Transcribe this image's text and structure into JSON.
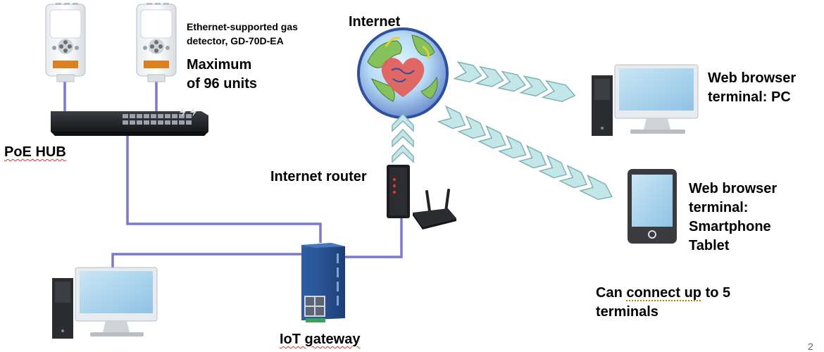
{
  "labels": {
    "detector_desc_line1": "Ethernet-supported gas",
    "detector_desc_line2": "detector, GD-70D-EA",
    "max_units_line1": "Maximum",
    "max_units_line2": "of 96 units",
    "poe_hub": "PoE HUB",
    "internet": "Internet",
    "internet_router": "Internet router",
    "iot_gateway": "IoT gateway",
    "pc_line1": "Web browser",
    "pc_line2": "terminal: PC",
    "tablet_line1": "Web browser",
    "tablet_line2": "terminal:",
    "tablet_line3": "Smartphone",
    "tablet_line4": "Tablet",
    "connect_pre": "Can ",
    "connect_underlined": "connect up",
    "connect_post": " to 5",
    "connect_line2": "terminals",
    "page_number": "2"
  },
  "icons": [
    "gas-detector-icon",
    "poe-hub-icon",
    "globe-icon",
    "heart-icon",
    "router-icon",
    "iot-gateway-icon",
    "desktop-pc-icon",
    "tablet-icon"
  ],
  "colors": {
    "cable": "#7b78cf",
    "arrow_fill": "#c3e6e8",
    "arrow_stroke": "#7fb3b5",
    "heart": "#e0605c",
    "gateway_blue": "#26508f",
    "detector_orange": "#d9801f"
  }
}
